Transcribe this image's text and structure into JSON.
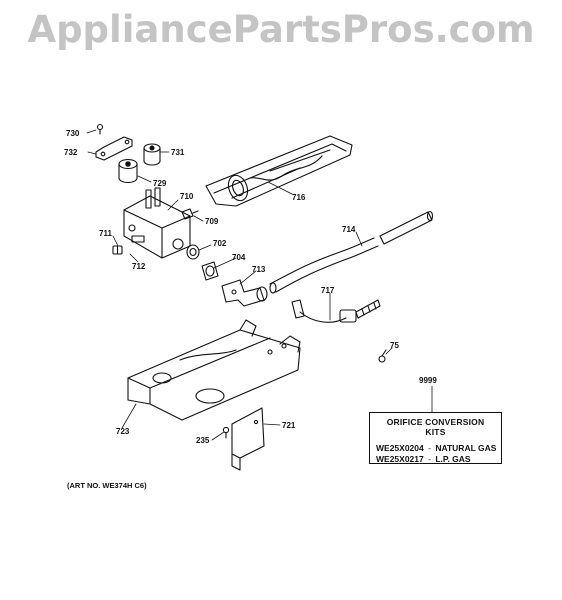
{
  "watermark": "AppliancePartsPros.com",
  "callouts": {
    "c730": "730",
    "c732": "732",
    "c731": "731",
    "c729": "729",
    "c710": "710",
    "c709": "709",
    "c711": "711",
    "c702": "702",
    "c712": "712",
    "c704": "704",
    "c713": "713",
    "c716": "716",
    "c714": "714",
    "c717": "717",
    "c75": "75",
    "c723": "723",
    "c721": "721",
    "c235": "235"
  },
  "kit": {
    "number": "9999",
    "title": "ORIFICE CONVERSION KITS",
    "rows": [
      {
        "part": "WE25X0204",
        "sep": "-",
        "desc": "NATURAL GAS"
      },
      {
        "part": "WE25X0217",
        "sep": "-",
        "desc": "L.P. GAS"
      }
    ]
  },
  "art_number": "(ART NO. WE374H C6)"
}
